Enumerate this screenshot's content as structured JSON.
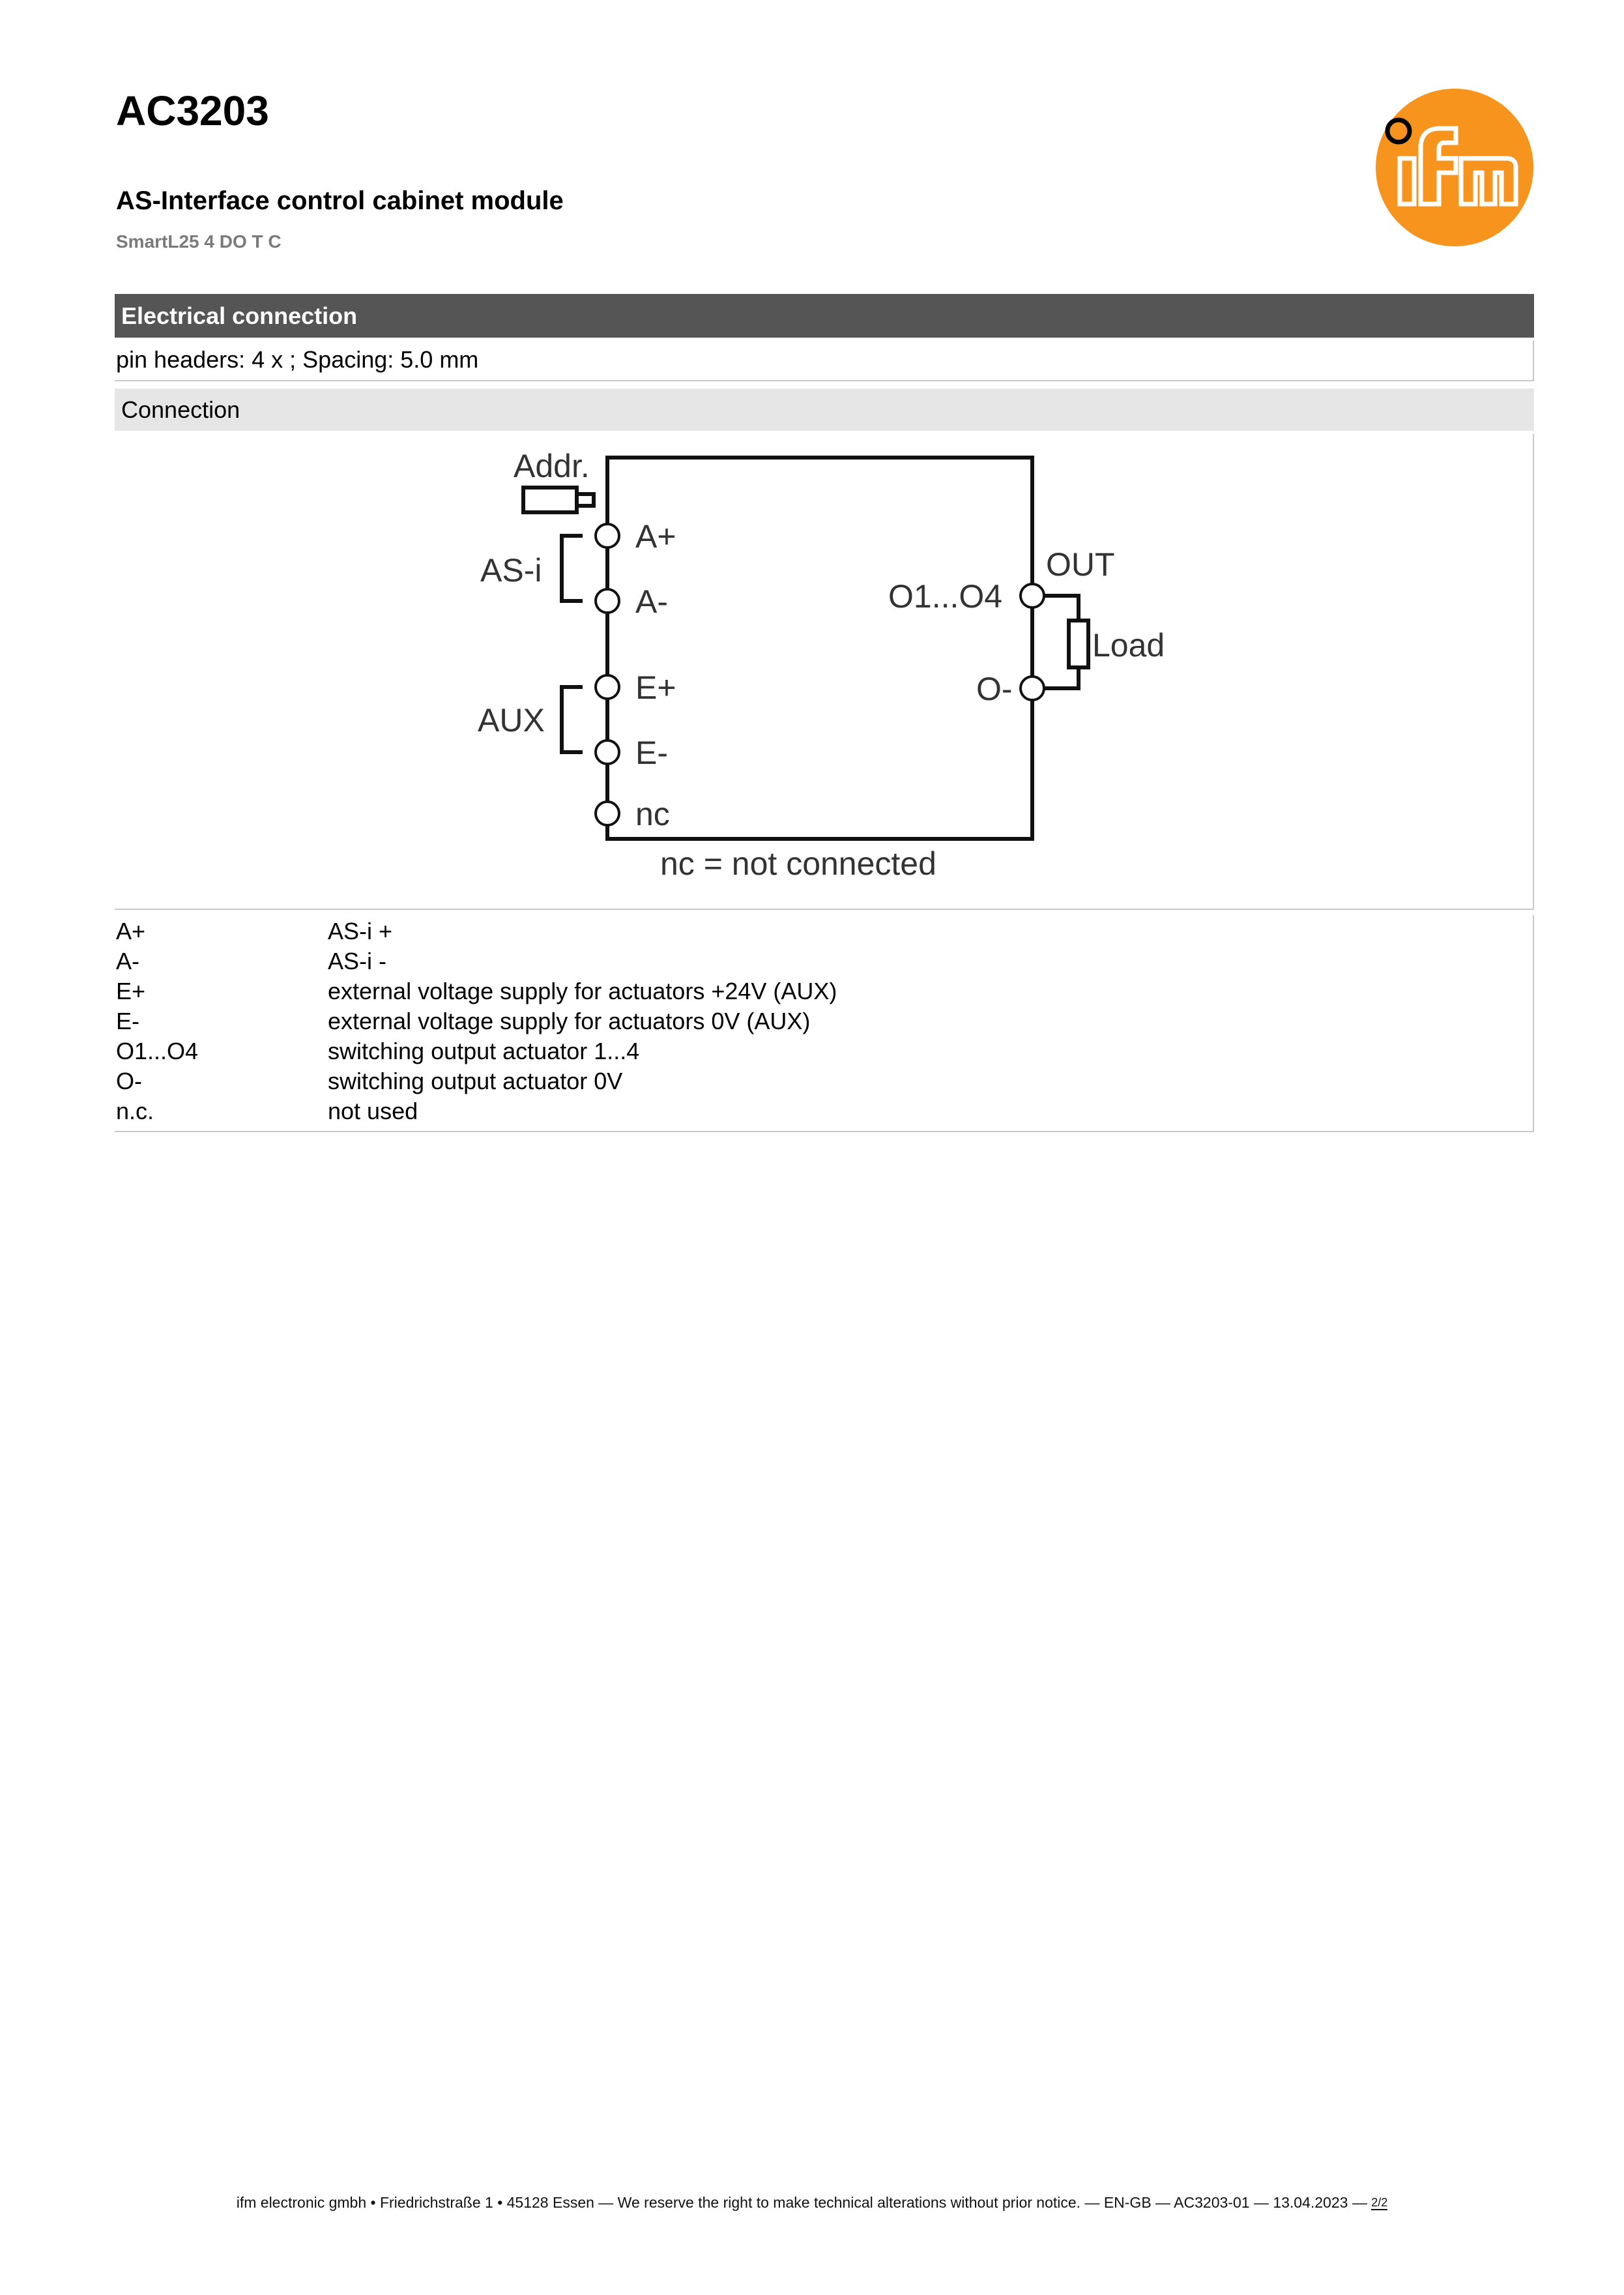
{
  "header": {
    "product_code": "AC3203",
    "product_name": "AS-Interface control cabinet module",
    "product_subtitle": "SmartL25 4 DO T C",
    "logo": {
      "icon": "ifm-logo",
      "text": "ifm",
      "color": "#f7941d"
    }
  },
  "section": {
    "title": "Electrical connection",
    "pin_headers": "pin headers: 4 x ; Spacing: 5.0 mm",
    "connection_label": "Connection"
  },
  "diagram": {
    "addr": "Addr.",
    "as_i": "AS-i",
    "a_plus": "A+",
    "a_minus": "A-",
    "aux": "AUX",
    "e_plus": "E+",
    "e_minus": "E-",
    "nc": "nc",
    "outputs": "O1...O4",
    "out": "OUT",
    "load": "Load",
    "o_minus": "O-",
    "note": "nc = not connected"
  },
  "legend": [
    {
      "key": "A+",
      "value": "AS-i +"
    },
    {
      "key": "A-",
      "value": "AS-i -"
    },
    {
      "key": "E+",
      "value": "external voltage supply for actuators +24V (AUX)"
    },
    {
      "key": "E-",
      "value": "external voltage supply for actuators 0V (AUX)"
    },
    {
      "key": "O1...O4",
      "value": "switching output actuator 1...4"
    },
    {
      "key": "O-",
      "value": "switching output actuator 0V"
    },
    {
      "key": "n.c.",
      "value": "not used"
    }
  ],
  "footer": {
    "text": "ifm electronic gmbh • Friedrichstraße 1 • 45128 Essen — We reserve the right to make technical alterations without prior notice. — EN-GB — AC3203-01 — 13.04.2023 — ",
    "page": "2/2"
  }
}
